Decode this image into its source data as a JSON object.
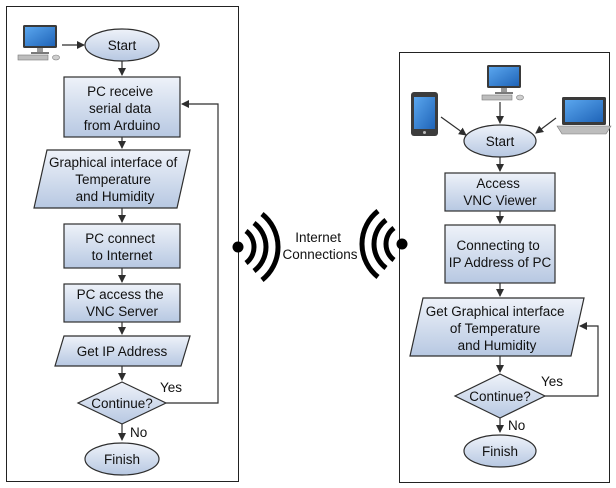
{
  "left_flow": {
    "start": "Start",
    "step1": [
      "PC receive",
      "serial data",
      "from Arduino"
    ],
    "step2": [
      "Graphical interface of",
      "Temperature",
      "and Humidity"
    ],
    "step3": [
      "PC connect",
      "to Internet"
    ],
    "step4": [
      "PC access the",
      "VNC Server"
    ],
    "step5": "Get IP Address",
    "decision": "Continue?",
    "yes": "Yes",
    "no": "No",
    "finish": "Finish"
  },
  "middle": {
    "label": [
      "Internet",
      "Connections"
    ]
  },
  "right_flow": {
    "start": "Start",
    "step1": [
      "Access",
      "VNC Viewer"
    ],
    "step2": [
      "Connecting to",
      "IP Address of PC"
    ],
    "step3": [
      "Get Graphical interface",
      "of Temperature",
      "and Humidity"
    ],
    "decision": "Continue?",
    "yes": "Yes",
    "no": "No",
    "finish": "Finish"
  },
  "icons": {
    "left_device": "desktop-computer-icon",
    "right_devices": [
      "tablet-icon",
      "desktop-computer-icon",
      "laptop-icon"
    ],
    "signal": "wireless-signal-icon"
  },
  "colors": {
    "shape_fill_top": "#e9eef7",
    "shape_fill_bottom": "#b9c9e3",
    "stroke": "#2e2e2e",
    "screen": "#2f7fd6"
  }
}
